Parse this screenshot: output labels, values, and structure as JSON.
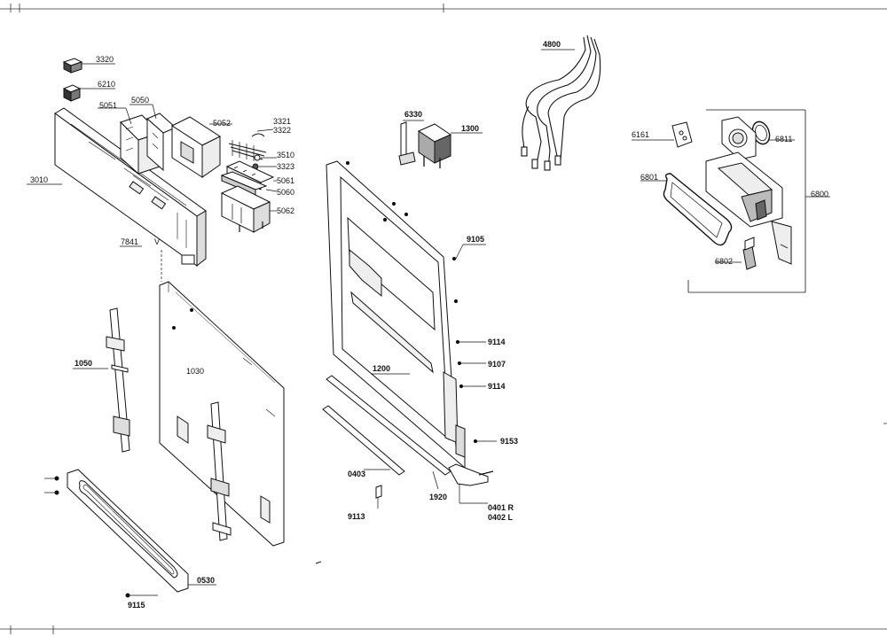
{
  "labels": {
    "p3320": "3320",
    "p6210": "6210",
    "p5050": "5050",
    "p5051": "5051",
    "p5052": "5052",
    "p3321": "3321",
    "p3322": "3322",
    "p3510": "3510",
    "p3323": "3323",
    "p5061": "5061",
    "p5060": "5060",
    "p5062": "5062",
    "p3010": "3010",
    "p7841": "7841",
    "p7841v": "V",
    "p1050": "1050",
    "p1030": "1030",
    "p0530": "0530",
    "p9115": "9115",
    "p6330": "6330",
    "p1300": "1300",
    "p4800": "4800",
    "p9105": "9105",
    "p9114a": "9114",
    "p9107": "9107",
    "p9114b": "9114",
    "p1200": "1200",
    "p9153": "9153",
    "p0403": "0403",
    "p1920": "1920",
    "p9113": "9113",
    "p0401": "0401 R",
    "p0402": "0402 L",
    "p6161": "6161",
    "p6811": "6811",
    "p6801": "6801",
    "p6800": "6800",
    "p6802": "6802"
  },
  "colors": {
    "ink": "#111111",
    "paper": "#ffffff",
    "shade": "#555555"
  }
}
